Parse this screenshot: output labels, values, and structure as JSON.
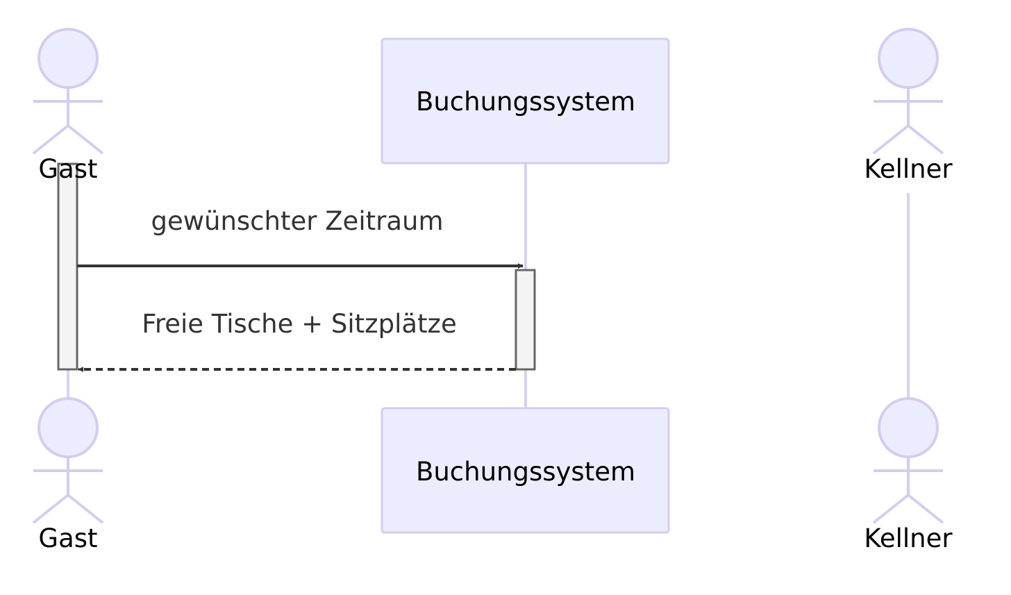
{
  "diagram": {
    "type": "sequence",
    "participants": [
      {
        "id": "gast",
        "label": "Gast",
        "kind": "actor"
      },
      {
        "id": "buchungssystem",
        "label": "Buchungssystem",
        "kind": "box"
      },
      {
        "id": "kellner",
        "label": "Kellner",
        "kind": "actor"
      }
    ],
    "messages": [
      {
        "from": "gast",
        "to": "buchungssystem",
        "label": "gewünschter Zeitraum",
        "style": "solid"
      },
      {
        "from": "buchungssystem",
        "to": "gast",
        "label": "Freie Tische + Sitzplätze",
        "style": "dashed"
      }
    ],
    "colors": {
      "participant_fill": "#ECECFF",
      "participant_stroke": "#D5CCF0",
      "lifeline": "#D9D0F2",
      "activation_fill": "#F4F4F4",
      "activation_stroke": "#666666",
      "arrow": "#333333",
      "actor_label": "#000000",
      "message_label": "#333333"
    }
  }
}
